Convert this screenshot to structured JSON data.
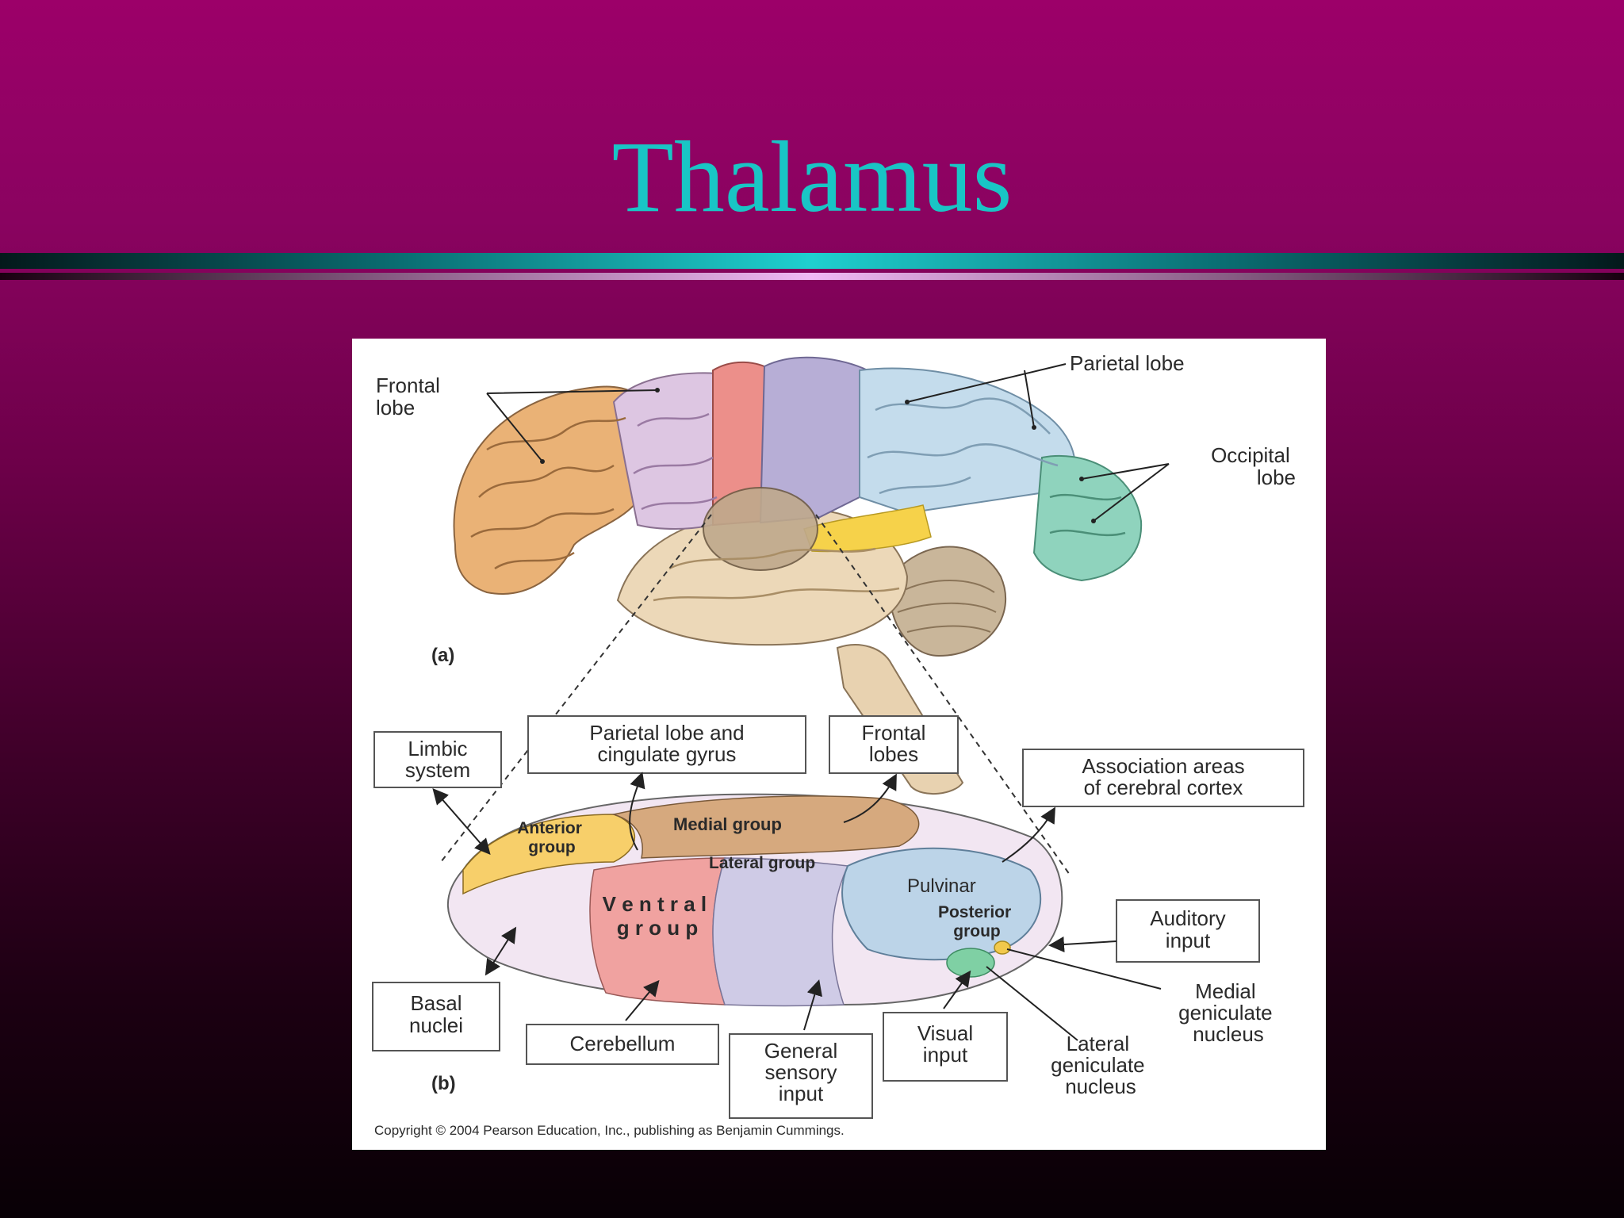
{
  "slide": {
    "title": "Thalamus"
  },
  "figure": {
    "panel_a": {
      "marker": "(a)",
      "labels": {
        "frontal_lobe": [
          "Frontal",
          "lobe"
        ],
        "parietal_lobe": "Parietal lobe",
        "occipital_lobe": [
          "Occipital",
          "lobe"
        ]
      }
    },
    "panel_b": {
      "marker": "(b)",
      "boxes": {
        "limbic_system": [
          "Limbic",
          "system"
        ],
        "parietal_cingulate": [
          "Parietal lobe and",
          "cingulate gyrus"
        ],
        "frontal_lobes": [
          "Frontal",
          "lobes"
        ],
        "association_areas": [
          "Association areas",
          "of cerebral cortex"
        ],
        "auditory_input": [
          "Auditory",
          "input"
        ],
        "basal_nuclei": [
          "Basal",
          "nuclei"
        ],
        "cerebellum": "Cerebellum",
        "general_sensory": [
          "General",
          "sensory",
          "input"
        ],
        "visual_input": [
          "Visual",
          "input"
        ]
      },
      "regions": {
        "anterior_group": [
          "Anterior",
          "group"
        ],
        "medial_group": "Medial group",
        "lateral_group": "Lateral group",
        "ventral_group": [
          "V e n t r a l",
          "g r o u p"
        ],
        "pulvinar": "Pulvinar",
        "posterior_group": [
          "Posterior",
          "group"
        ]
      },
      "free_labels": {
        "medial_geniculate": [
          "Medial",
          "geniculate",
          "nucleus"
        ],
        "lateral_geniculate": [
          "Lateral",
          "geniculate",
          "nucleus"
        ]
      }
    },
    "copyright": "Copyright © 2004 Pearson Education, Inc., publishing as Benjamin Cummings."
  }
}
